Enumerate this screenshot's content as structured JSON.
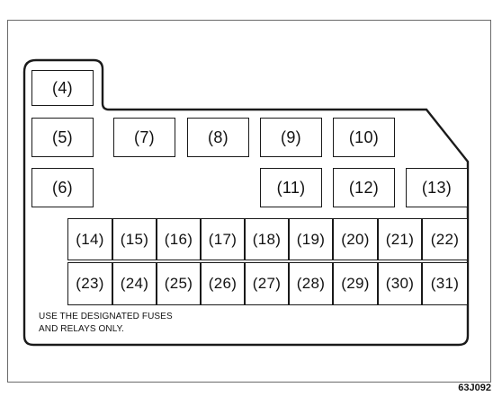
{
  "fuse_slots": [
    "(4)",
    "(5)",
    "(6)",
    "(7)",
    "(8)",
    "(9)",
    "(10)",
    "(11)",
    "(12)",
    "(13)",
    "(14)",
    "(15)",
    "(16)",
    "(17)",
    "(18)",
    "(19)",
    "(20)",
    "(21)",
    "(22)",
    "(23)",
    "(24)",
    "(25)",
    "(26)",
    "(27)",
    "(28)",
    "(29)",
    "(30)",
    "(31)"
  ],
  "notice": {
    "line1": "USE THE DESIGNATED FUSES",
    "line2": "AND RELAYS ONLY."
  },
  "figure_code": "63J092",
  "colors": {
    "line": "#1a1a1a",
    "frame": "#6a6a6a",
    "background": "#ffffff"
  }
}
